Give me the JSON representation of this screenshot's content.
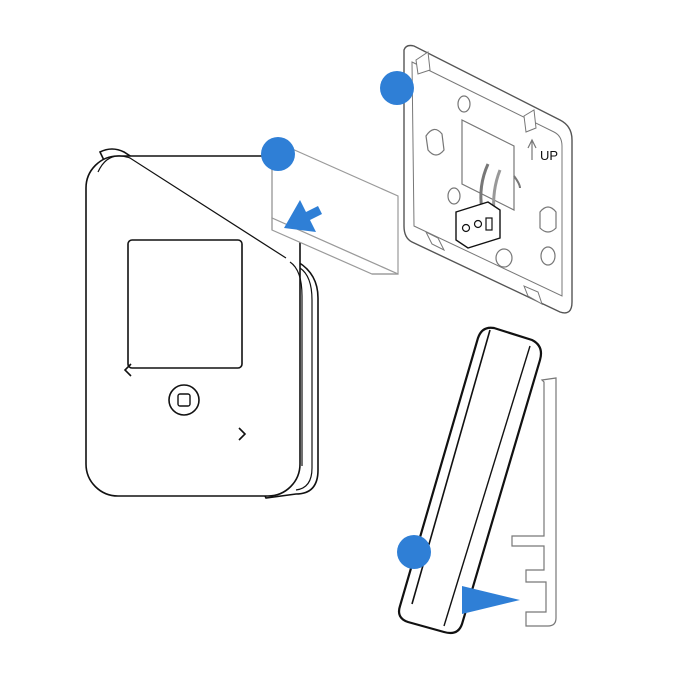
{
  "diagram": {
    "markers": [
      {
        "id": "step-marker-1"
      },
      {
        "id": "step-marker-2"
      },
      {
        "id": "step-marker-3"
      }
    ],
    "backplate_label": "UP",
    "colors": {
      "marker": "#2f7fd6",
      "line": "#111111",
      "muted": "#9a9a9a",
      "arrow": "#2f7fd6"
    },
    "icons": {
      "left_button": "chevron-left-icon",
      "home_button": "square-home-icon",
      "right_button": "chevron-right-icon",
      "terminal": "terminal-block-icon"
    }
  }
}
